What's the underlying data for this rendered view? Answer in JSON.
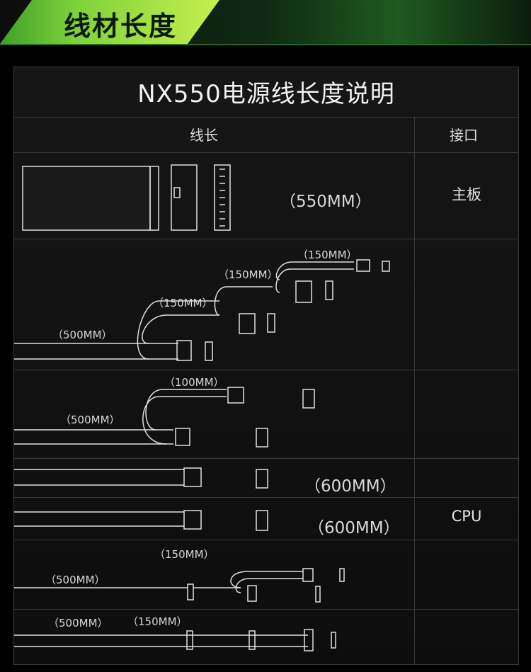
{
  "banner": {
    "title": "线材长度"
  },
  "table": {
    "title": "NX550电源线长度说明",
    "col_length": "线长",
    "col_interface": "接口"
  },
  "rows": {
    "mainboard": {
      "length": "（550MM）",
      "interface": "主板"
    },
    "sata": {
      "l1": "（500MM）",
      "l2": "（150MM）",
      "l3": "（150MM）",
      "l4": "（150MM）"
    },
    "pcie": {
      "l1": "（500MM）",
      "l2": "（100MM）"
    },
    "cpu1": {
      "length": "（600MM）"
    },
    "cpu2": {
      "length": "（600MM）",
      "interface": "CPU"
    },
    "fdd1": {
      "l1": "（500MM）",
      "l2": "（150MM）"
    },
    "fdd2": {
      "l1": "（500MM）",
      "l2": "（150MM）"
    }
  },
  "colors": {
    "accent": "#7fd23a",
    "wire": "#e0e0e0",
    "grid": "#3a3a3a"
  }
}
